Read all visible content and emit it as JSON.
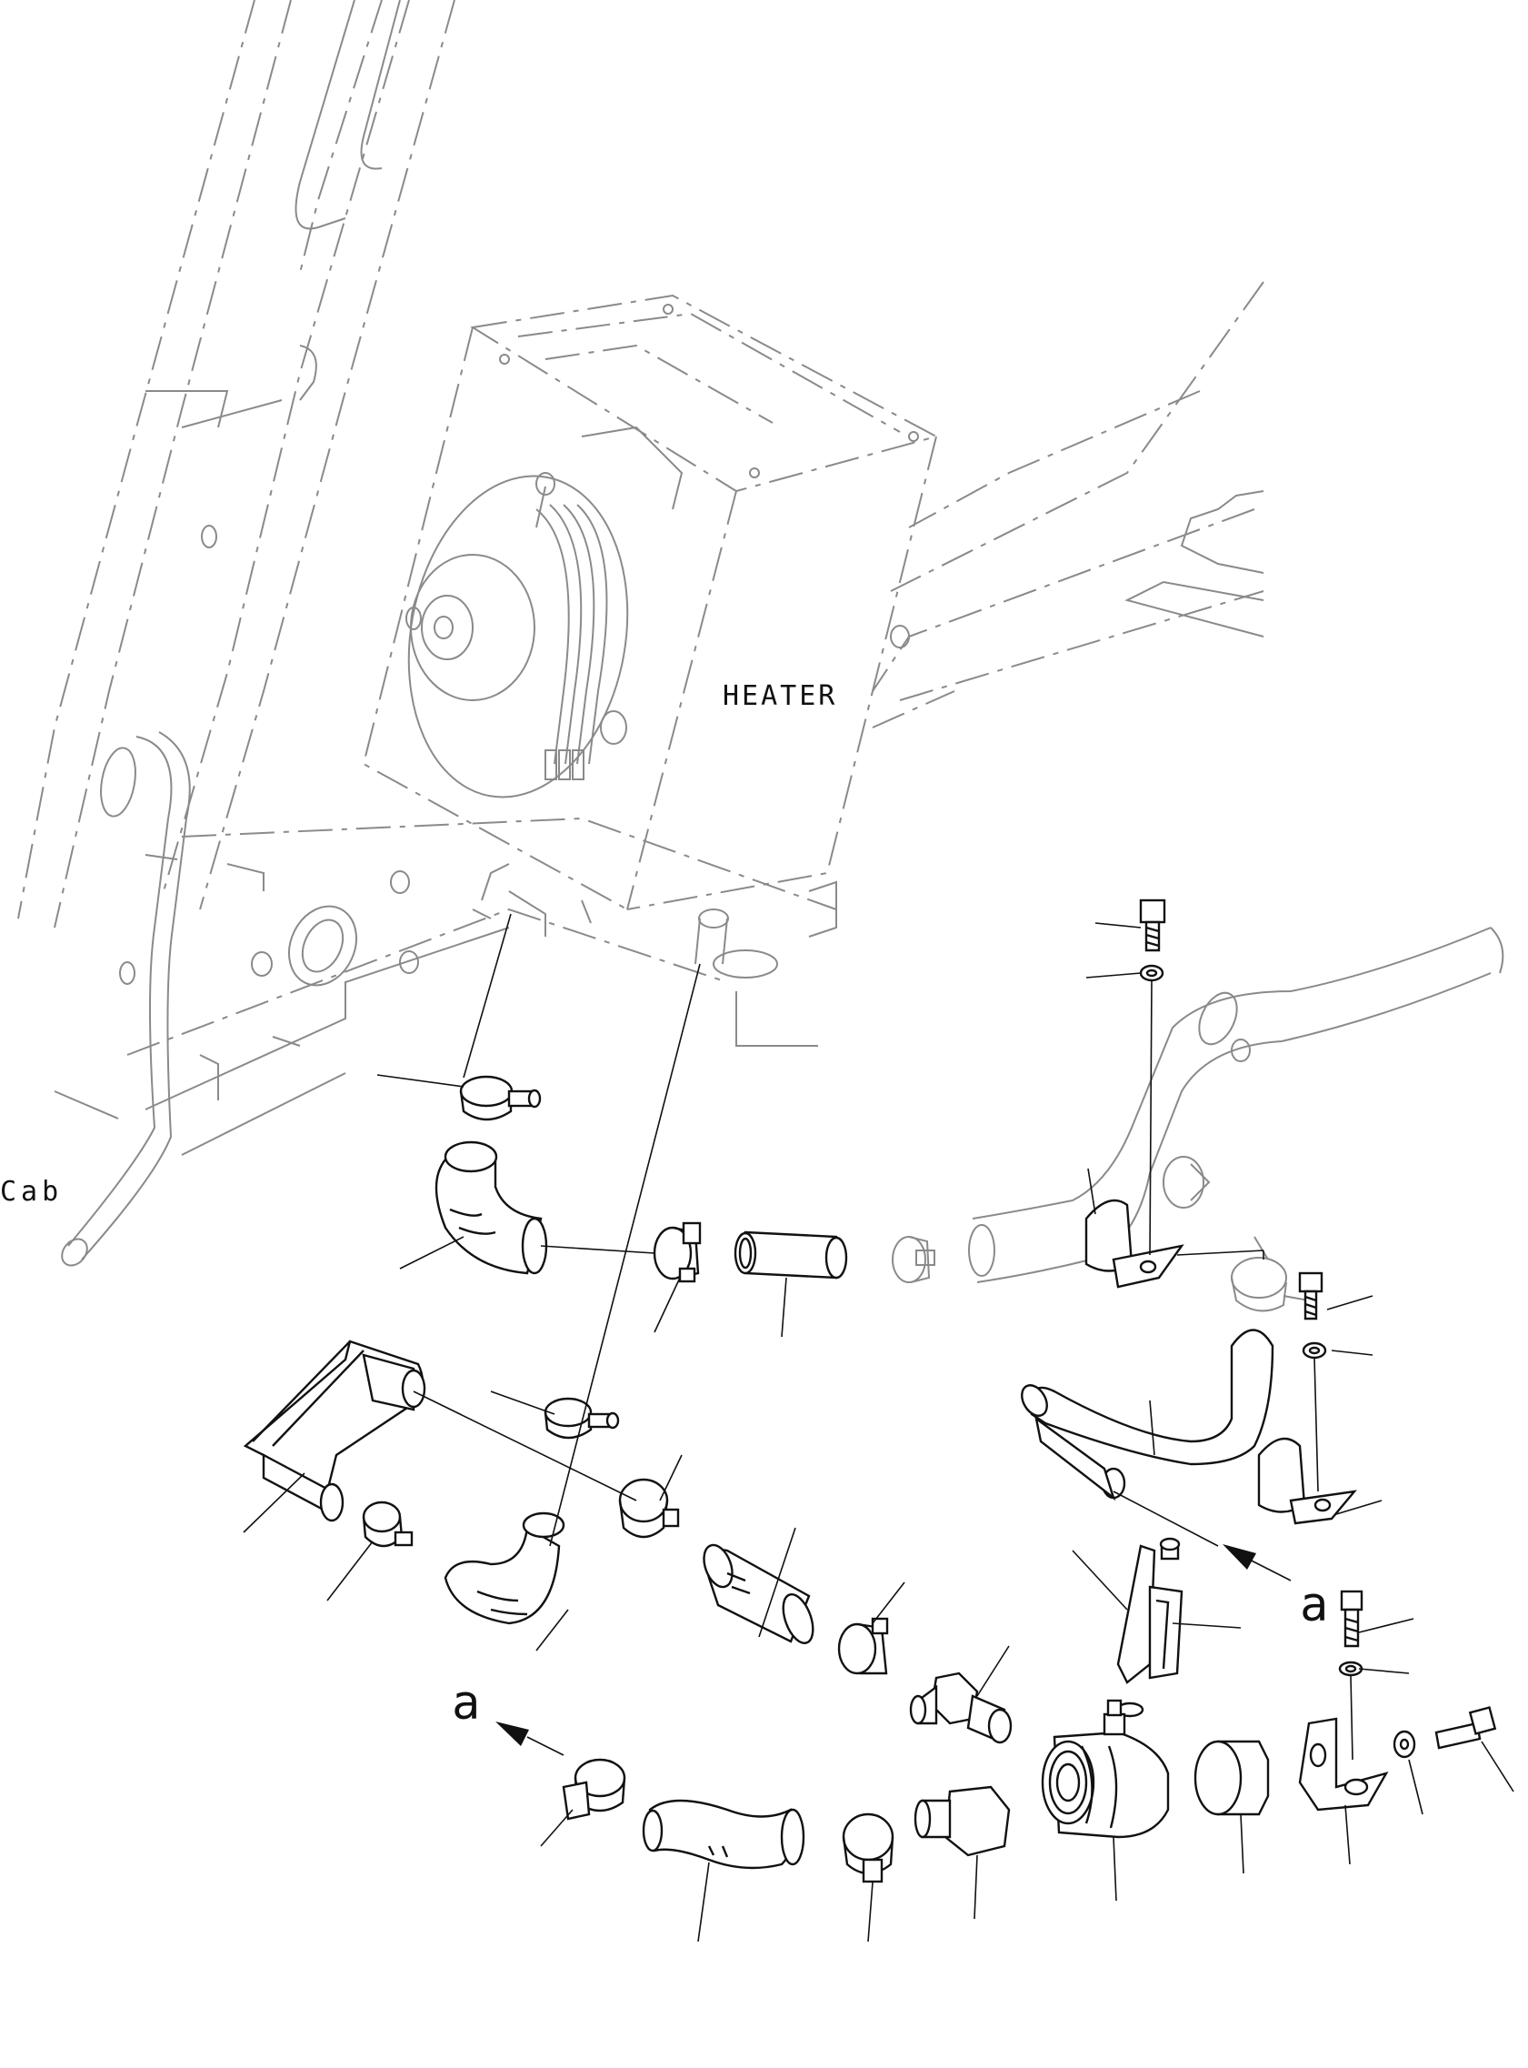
{
  "labels": {
    "heater": "HEATER",
    "cab": "Cab",
    "ref_top": "a",
    "ref_bottom": "a"
  },
  "parts": [
    "hose-clamp",
    "elbow-hose",
    "pipe-nipple",
    "bent-tube",
    "valve",
    "hex-adapter",
    "cap",
    "bracket",
    "bolt",
    "washer",
    "nut",
    "spring-clip"
  ]
}
